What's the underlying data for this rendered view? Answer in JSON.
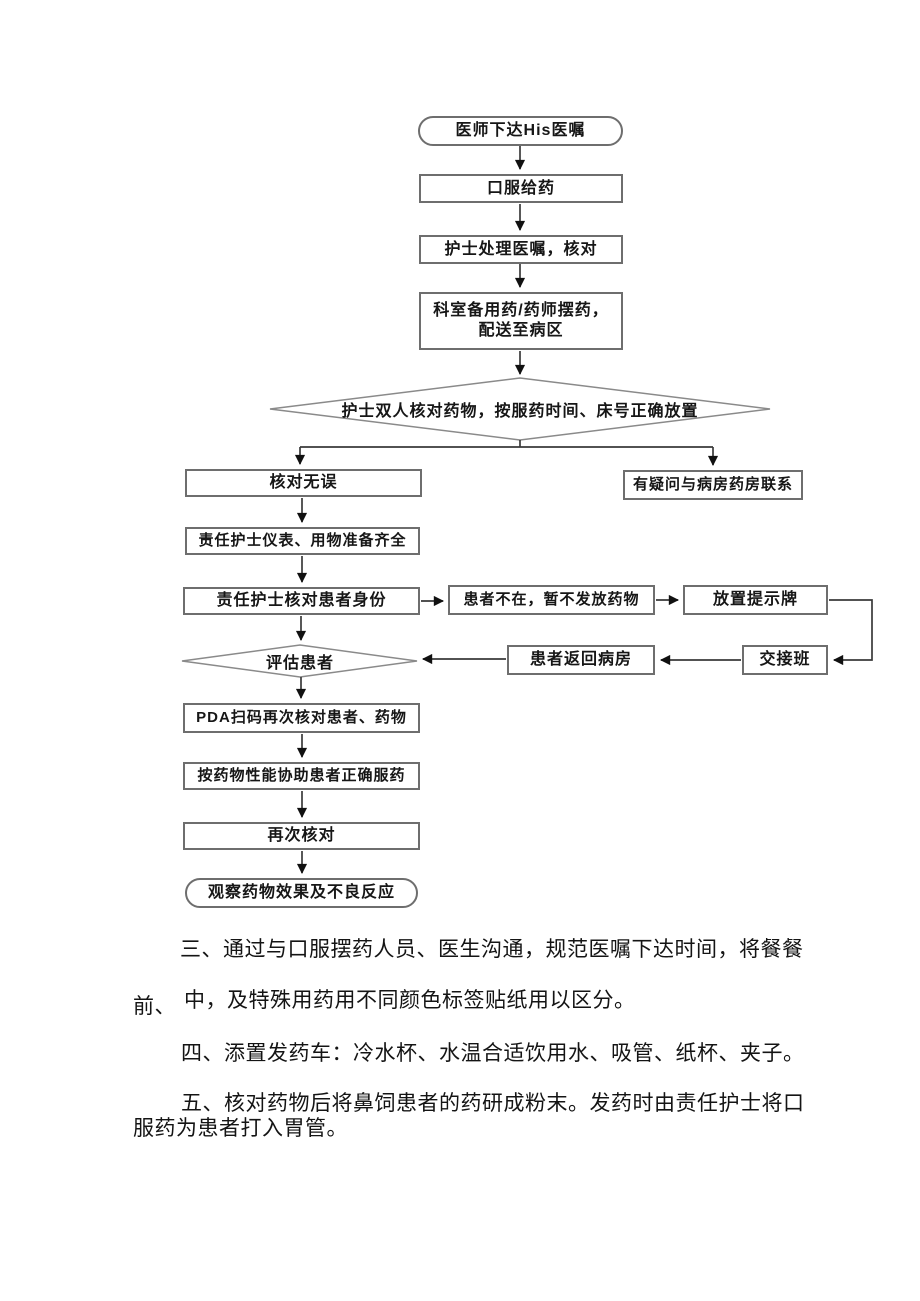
{
  "flowchart": {
    "start": {
      "label": "医师下达His医嘱"
    },
    "oral": {
      "label": "口服给药"
    },
    "process": {
      "label": "护士处理医嘱，核对"
    },
    "prepare": {
      "label": "科室备用药/药师摆药，配送至病区"
    },
    "double_check": {
      "label": "护士双人核对药物，按服药时间、床号正确放置"
    },
    "check_ok": {
      "label": "核对无误"
    },
    "question": {
      "label": "有疑问与病房药房联系"
    },
    "ready": {
      "label": "责任护士仪表、用物准备齐全"
    },
    "identity": {
      "label": "责任护士核对患者身份"
    },
    "absent": {
      "label": "患者不在，暂不发放药物"
    },
    "sign": {
      "label": "放置提示牌"
    },
    "handover": {
      "label": "交接班"
    },
    "return": {
      "label": "患者返回病房"
    },
    "assess": {
      "label": "评估患者"
    },
    "pda": {
      "label": "PDA扫码再次核对患者、药物"
    },
    "assist": {
      "label": "按药物性能协助患者正确服药"
    },
    "recheck": {
      "label": "再次核对"
    },
    "observe": {
      "label": "观察药物效果及不良反应"
    },
    "edges": [
      {
        "from": "start",
        "to": "oral"
      },
      {
        "from": "oral",
        "to": "process"
      },
      {
        "from": "process",
        "to": "prepare"
      },
      {
        "from": "prepare",
        "to": "double_check"
      },
      {
        "from": "double_check",
        "to": "check_ok"
      },
      {
        "from": "double_check",
        "to": "question"
      },
      {
        "from": "check_ok",
        "to": "ready"
      },
      {
        "from": "ready",
        "to": "identity"
      },
      {
        "from": "identity",
        "to": "absent"
      },
      {
        "from": "absent",
        "to": "sign"
      },
      {
        "from": "sign",
        "to": "handover"
      },
      {
        "from": "handover",
        "to": "return"
      },
      {
        "from": "return",
        "to": "assess"
      },
      {
        "from": "identity",
        "to": "assess"
      },
      {
        "from": "assess",
        "to": "pda"
      },
      {
        "from": "pda",
        "to": "assist"
      },
      {
        "from": "assist",
        "to": "recheck"
      },
      {
        "from": "recheck",
        "to": "observe"
      }
    ]
  },
  "paragraphs": {
    "p3_line1": "三、通过与口服摆药人员、医生沟通，规范医嘱下达时间，将餐餐",
    "p3_line2_prefix": "前、",
    "p3_line2_rest": "中，及特殊用药用不同颜色标签贴纸用以区分。",
    "p4": "四、添置发药车：冷水杯、水温合适饮用水、吸管、纸杯、夹子。",
    "p5_line1": "五、核对药物后将鼻饲患者的药研成粉末。发药时由责任护士将口",
    "p5_line2": "服药为患者打入胃管。"
  },
  "colors": {
    "background": "#ffffff",
    "box_border": "#6e6e6e",
    "diamond_border": "#8a8a8a",
    "connector": "#3a3a3a",
    "arrowhead": "#111111",
    "text": "#141414"
  }
}
